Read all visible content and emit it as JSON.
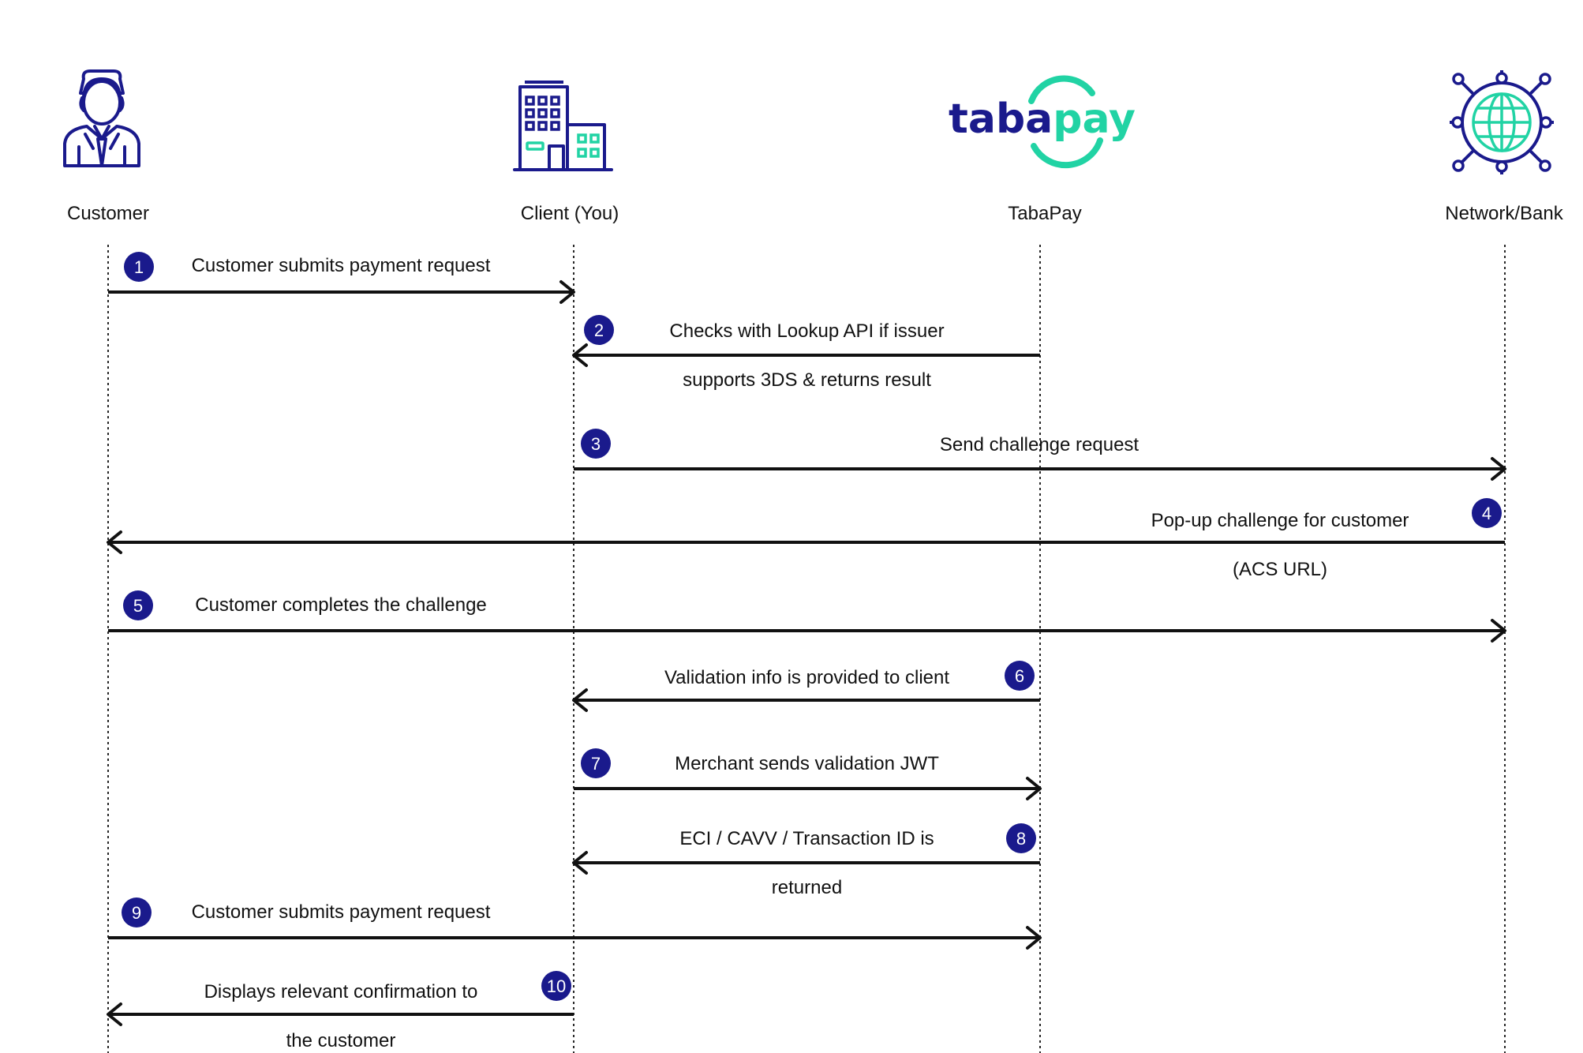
{
  "colors": {
    "navy": "#1a1a8c",
    "teal": "#21d3a4",
    "line": "#111111",
    "text": "#111111",
    "badge_text": "#ffffff"
  },
  "logo": {
    "part1": "taba",
    "part2": "pay"
  },
  "actors": [
    {
      "id": "customer",
      "label": "Customer",
      "icon": "businessman-icon"
    },
    {
      "id": "client",
      "label": "Client (You)",
      "icon": "office-building-icon"
    },
    {
      "id": "tabapay",
      "label": "TabaPay",
      "icon": "tabapay-logo"
    },
    {
      "id": "network",
      "label": "Network/Bank",
      "icon": "network-globe-icon"
    }
  ],
  "messages": [
    {
      "step": "1",
      "from": "customer",
      "to": "client",
      "text": [
        "Customer submits payment request"
      ]
    },
    {
      "step": "2",
      "from": "tabapay",
      "to": "client",
      "text": [
        "Checks with Lookup API if issuer",
        "supports 3DS & returns result"
      ]
    },
    {
      "step": "3",
      "from": "client",
      "to": "network",
      "text": [
        "Send challenge request"
      ]
    },
    {
      "step": "4",
      "from": "network",
      "to": "customer",
      "text": [
        "Pop-up challenge for customer",
        "(ACS URL)"
      ]
    },
    {
      "step": "5",
      "from": "customer",
      "to": "network",
      "text": [
        "Customer completes the challenge"
      ]
    },
    {
      "step": "6",
      "from": "tabapay",
      "to": "client",
      "text": [
        "Validation info is provided to client"
      ]
    },
    {
      "step": "7",
      "from": "client",
      "to": "tabapay",
      "text": [
        "Merchant sends validation JWT"
      ]
    },
    {
      "step": "8",
      "from": "tabapay",
      "to": "client",
      "text": [
        "ECI / CAVV / Transaction ID is",
        "returned"
      ]
    },
    {
      "step": "9",
      "from": "customer",
      "to": "tabapay",
      "text": [
        "Customer submits payment request"
      ]
    },
    {
      "step": "10",
      "from": "client",
      "to": "customer",
      "text": [
        "Displays relevant confirmation to",
        "the customer"
      ]
    }
  ]
}
